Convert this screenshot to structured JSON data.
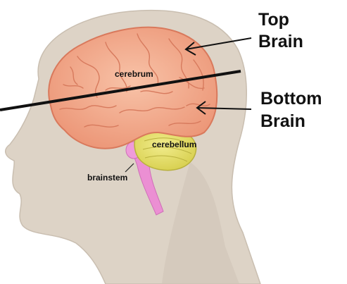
{
  "labels": {
    "cerebrum": "cerebrum",
    "cerebellum": "cerebellum",
    "brainstem": "brainstem"
  },
  "annotations": {
    "top_brain_line1": "Top",
    "top_brain_line2": "Brain",
    "bottom_brain_line1": "Bottom",
    "bottom_brain_line2": "Brain"
  },
  "colors": {
    "head": "#ddd3c6",
    "head_shadow": "#c7bcae",
    "cerebrum": "#f2a78a",
    "cerebrum_fold": "#d9795c",
    "cerebellum": "#e5df6a",
    "brainstem": "#eb8fd3",
    "divider": "#111111"
  }
}
